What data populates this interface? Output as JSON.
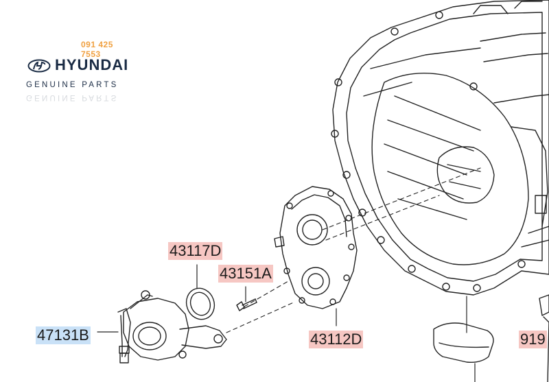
{
  "brand": {
    "phone": "091 425 7553",
    "logo_text": "HYUNDAI",
    "tagline": "GENUINE PARTS",
    "tagline_reflection": "GENUINE PARTS"
  },
  "callouts": [
    {
      "id": "43117D",
      "label": "43117D",
      "highlight": "red"
    },
    {
      "id": "43151A",
      "label": "43151A",
      "highlight": "red"
    },
    {
      "id": "47131B",
      "label": "47131B",
      "highlight": "blue"
    },
    {
      "id": "43112D",
      "label": "43112D",
      "highlight": "red"
    },
    {
      "id": "919",
      "label": "919",
      "highlight": "red"
    }
  ],
  "colors": {
    "phone": "#f0a040",
    "brand_text": "#1a2b44",
    "highlight_red": "#f6c7c3",
    "highlight_blue": "#c9e1f7",
    "line_art": "#222222"
  }
}
